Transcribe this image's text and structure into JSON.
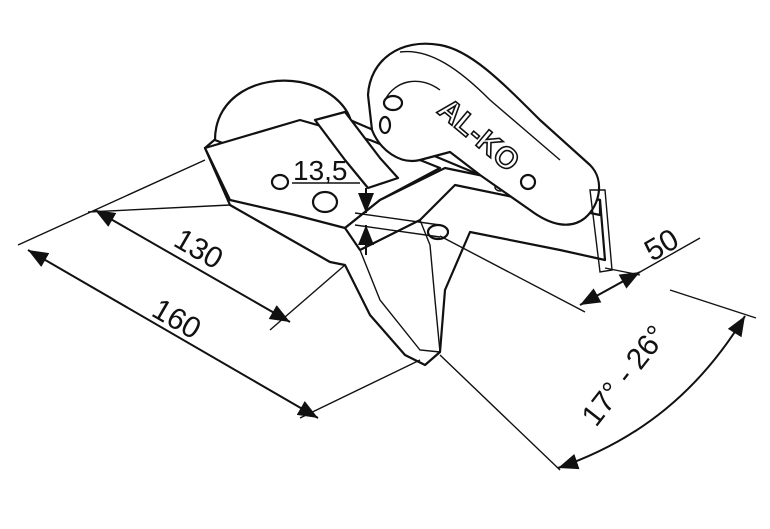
{
  "dimensions": {
    "width_160": "160",
    "width_130": "130",
    "offset_13_5": "13,5",
    "depth_50": "50",
    "angle_range": "17° - 26°"
  },
  "brand": {
    "logo_text": "AL-KO"
  },
  "colors": {
    "ink": "#111111",
    "background": "#ffffff"
  }
}
